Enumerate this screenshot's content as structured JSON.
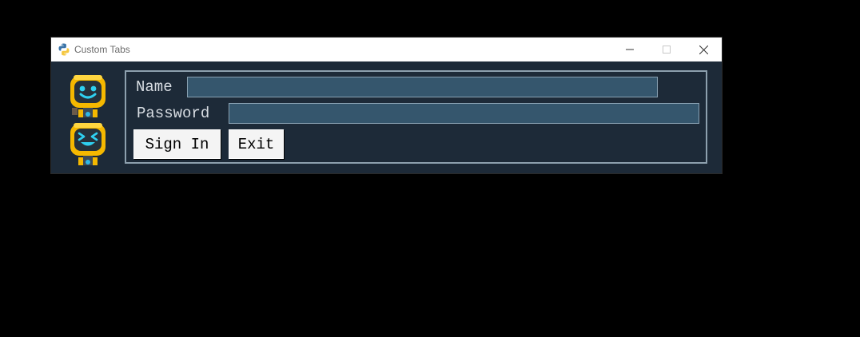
{
  "window": {
    "title": "Custom Tabs",
    "icon": "python-logo-icon",
    "controls": [
      "minimize-icon",
      "maximize-icon",
      "close-icon"
    ]
  },
  "sidebar": {
    "images": [
      {
        "icon": "robot-smiling-icon"
      },
      {
        "icon": "robot-laughing-icon"
      }
    ]
  },
  "form": {
    "name_label": "Name",
    "name_value": "",
    "password_label": "Password",
    "password_value": "",
    "signin_label": "Sign In",
    "exit_label": "Exit"
  },
  "colors": {
    "background": "#1d2a38",
    "field": "#35566d",
    "frame_border": "#8da0ae",
    "label_text": "#d8dde3",
    "button_bg": "#f4f4f4"
  }
}
